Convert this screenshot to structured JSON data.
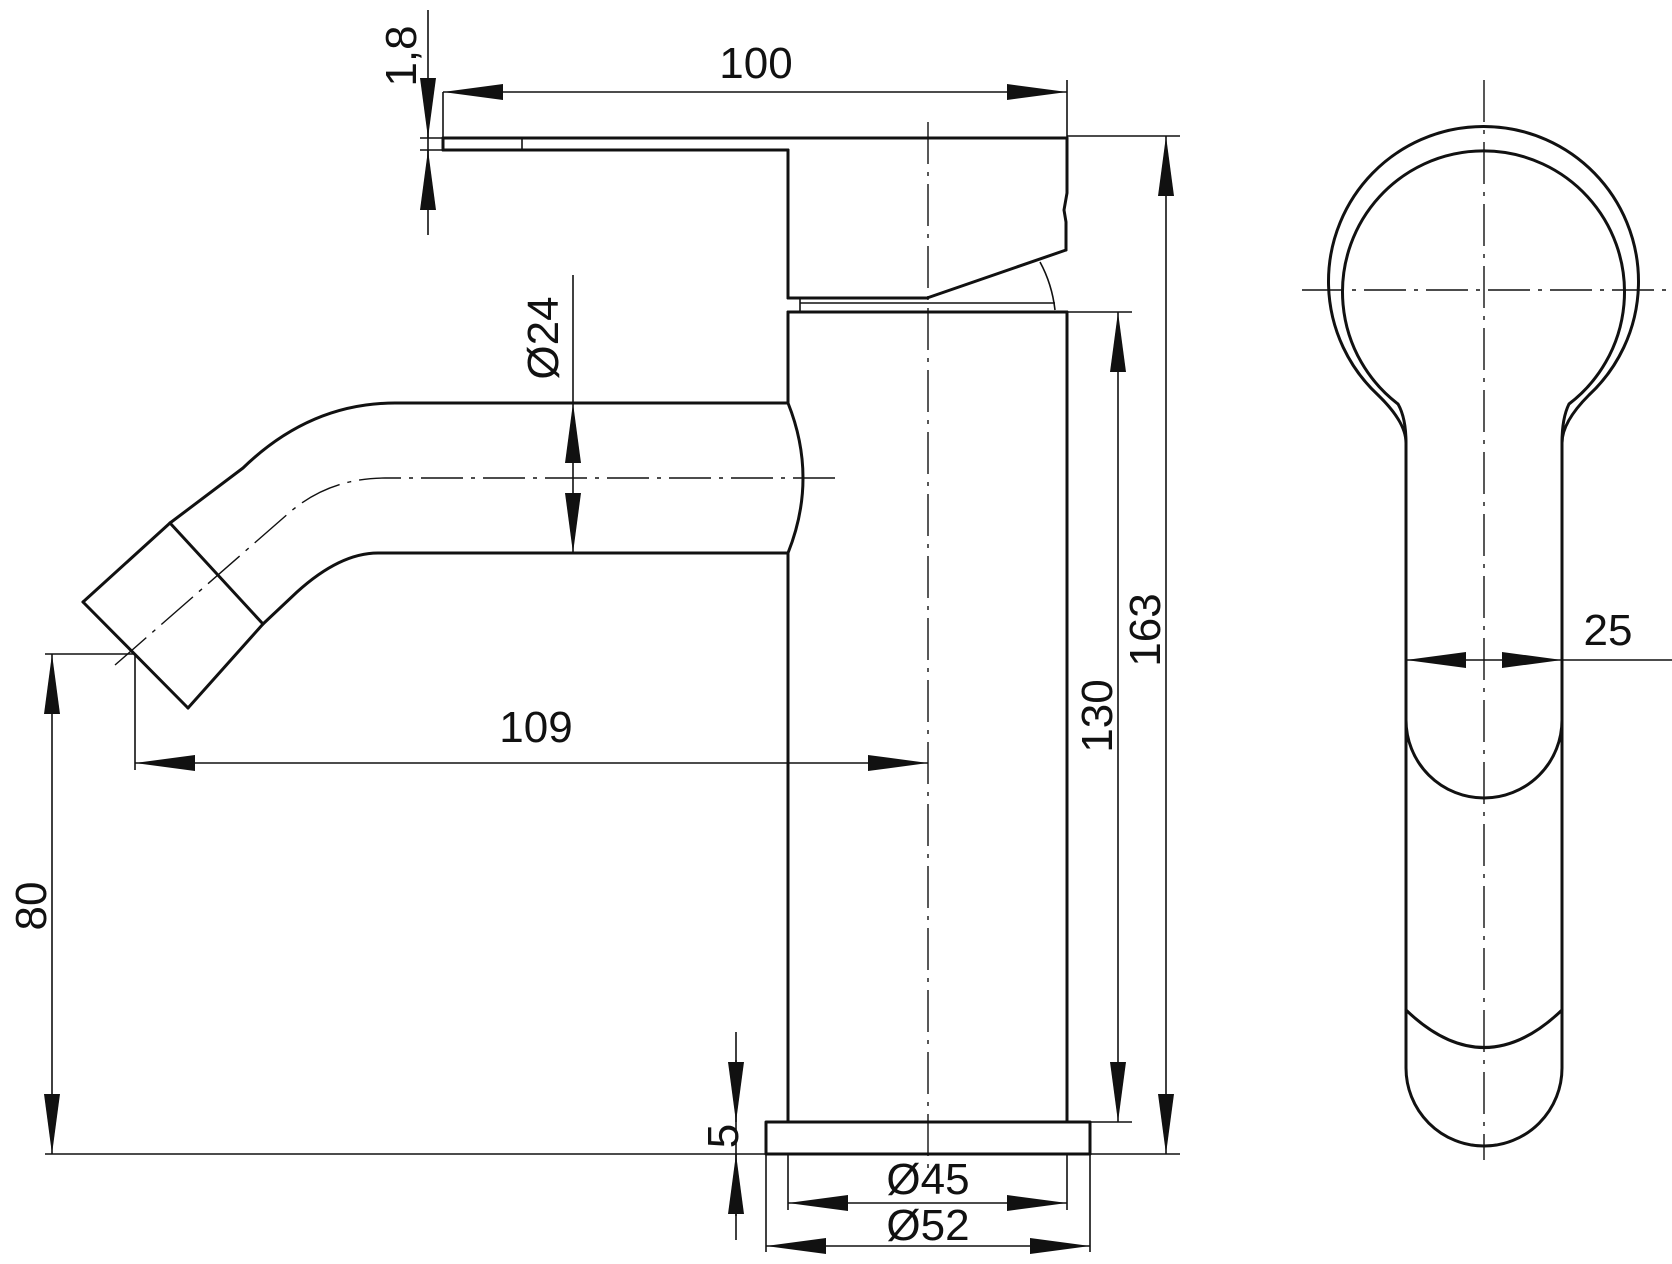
{
  "dimensions": {
    "d_top_plate": "1,8",
    "d_width": "100",
    "d_spout_dia": "Ø24",
    "d_reach": "109",
    "d_body": "130",
    "d_total": "163",
    "d_spout_height": "80",
    "d_base": "5",
    "d_base_inner": "Ø45",
    "d_base_outer": "Ø52",
    "d_lever": "25"
  }
}
